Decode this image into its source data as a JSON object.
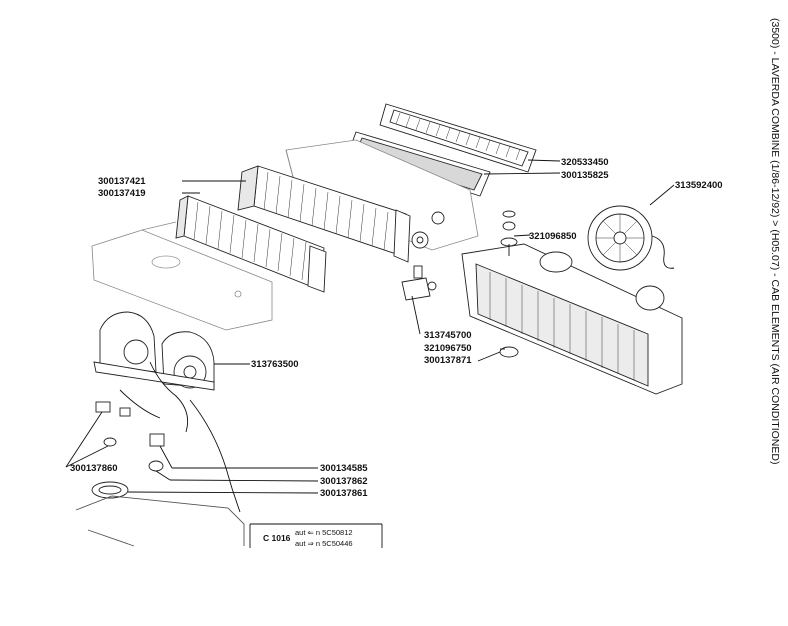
{
  "title": "(3500) - LAVERDA COMBINE (1/86-12/92) > (H05.07) - CAB ELEMENTS (AIR CONDITIONED)",
  "part_numbers": {
    "p320533450": "320533450",
    "p300135825": "300135825",
    "p313592400": "313592400",
    "p300137421": "300137421",
    "p300137419": "300137419",
    "p321096850": "321096850",
    "p313745700": "313745700",
    "p321096750": "321096750",
    "p300137871": "300137871",
    "p313763500": "313763500",
    "p300137860": "300137860",
    "p300134585": "300134585",
    "p300137862": "300137862",
    "p300137861": "300137861"
  },
  "revision_box": {
    "code": "C 1016",
    "line1": "aut  ⇐ n  5C50812",
    "line2": "aut  ⇒ n  5C50446"
  }
}
